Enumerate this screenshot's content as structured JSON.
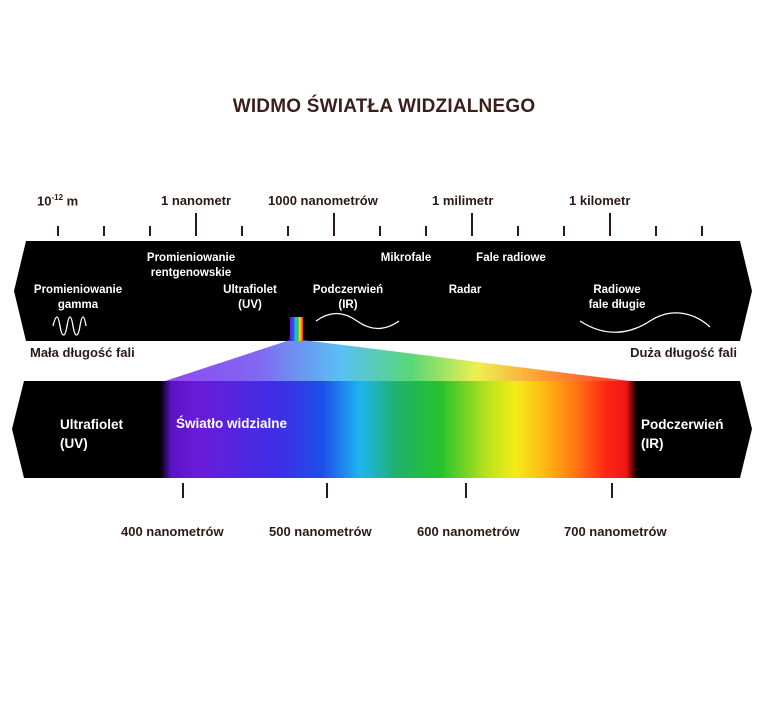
{
  "title": "WIDMO ŚWIATŁA WIDZIALNEGO",
  "scale": {
    "labels": [
      {
        "text": "10",
        "sup": "-12",
        "suffix": " m"
      },
      {
        "text": "1 nanometr"
      },
      {
        "text": "1000 nanometrów"
      },
      {
        "text": "1 milimetr"
      },
      {
        "text": "1 kilometr"
      }
    ]
  },
  "spectrum": {
    "gamma": [
      "Promieniowanie",
      "gamma"
    ],
    "xray": [
      "Promieniowanie",
      "rentgenowskie"
    ],
    "uv": [
      "Ultrafiolet",
      "(UV)"
    ],
    "ir": [
      "Podczerwień",
      "(IR)"
    ],
    "microwave": "Mikrofale",
    "radar": "Radar",
    "radio": "Fale radiowe",
    "longwave": [
      "Radiowe",
      "fale długie"
    ]
  },
  "wavelength": {
    "short": "Mała długość fali",
    "long": "Duża długość fali"
  },
  "visible_band": {
    "uv": [
      "Ultrafiolet",
      "(UV)"
    ],
    "visible": "Światło widzialne",
    "ir": [
      "Podczerwień",
      "(IR)"
    ]
  },
  "nm_scale": [
    "400 nanometrów",
    "500 nanometrów",
    "600 nanometrów",
    "700 nanometrów"
  ],
  "colors": {
    "title": "#3a1f1a",
    "band": "#000000",
    "text_dark": "#2d1a16"
  }
}
